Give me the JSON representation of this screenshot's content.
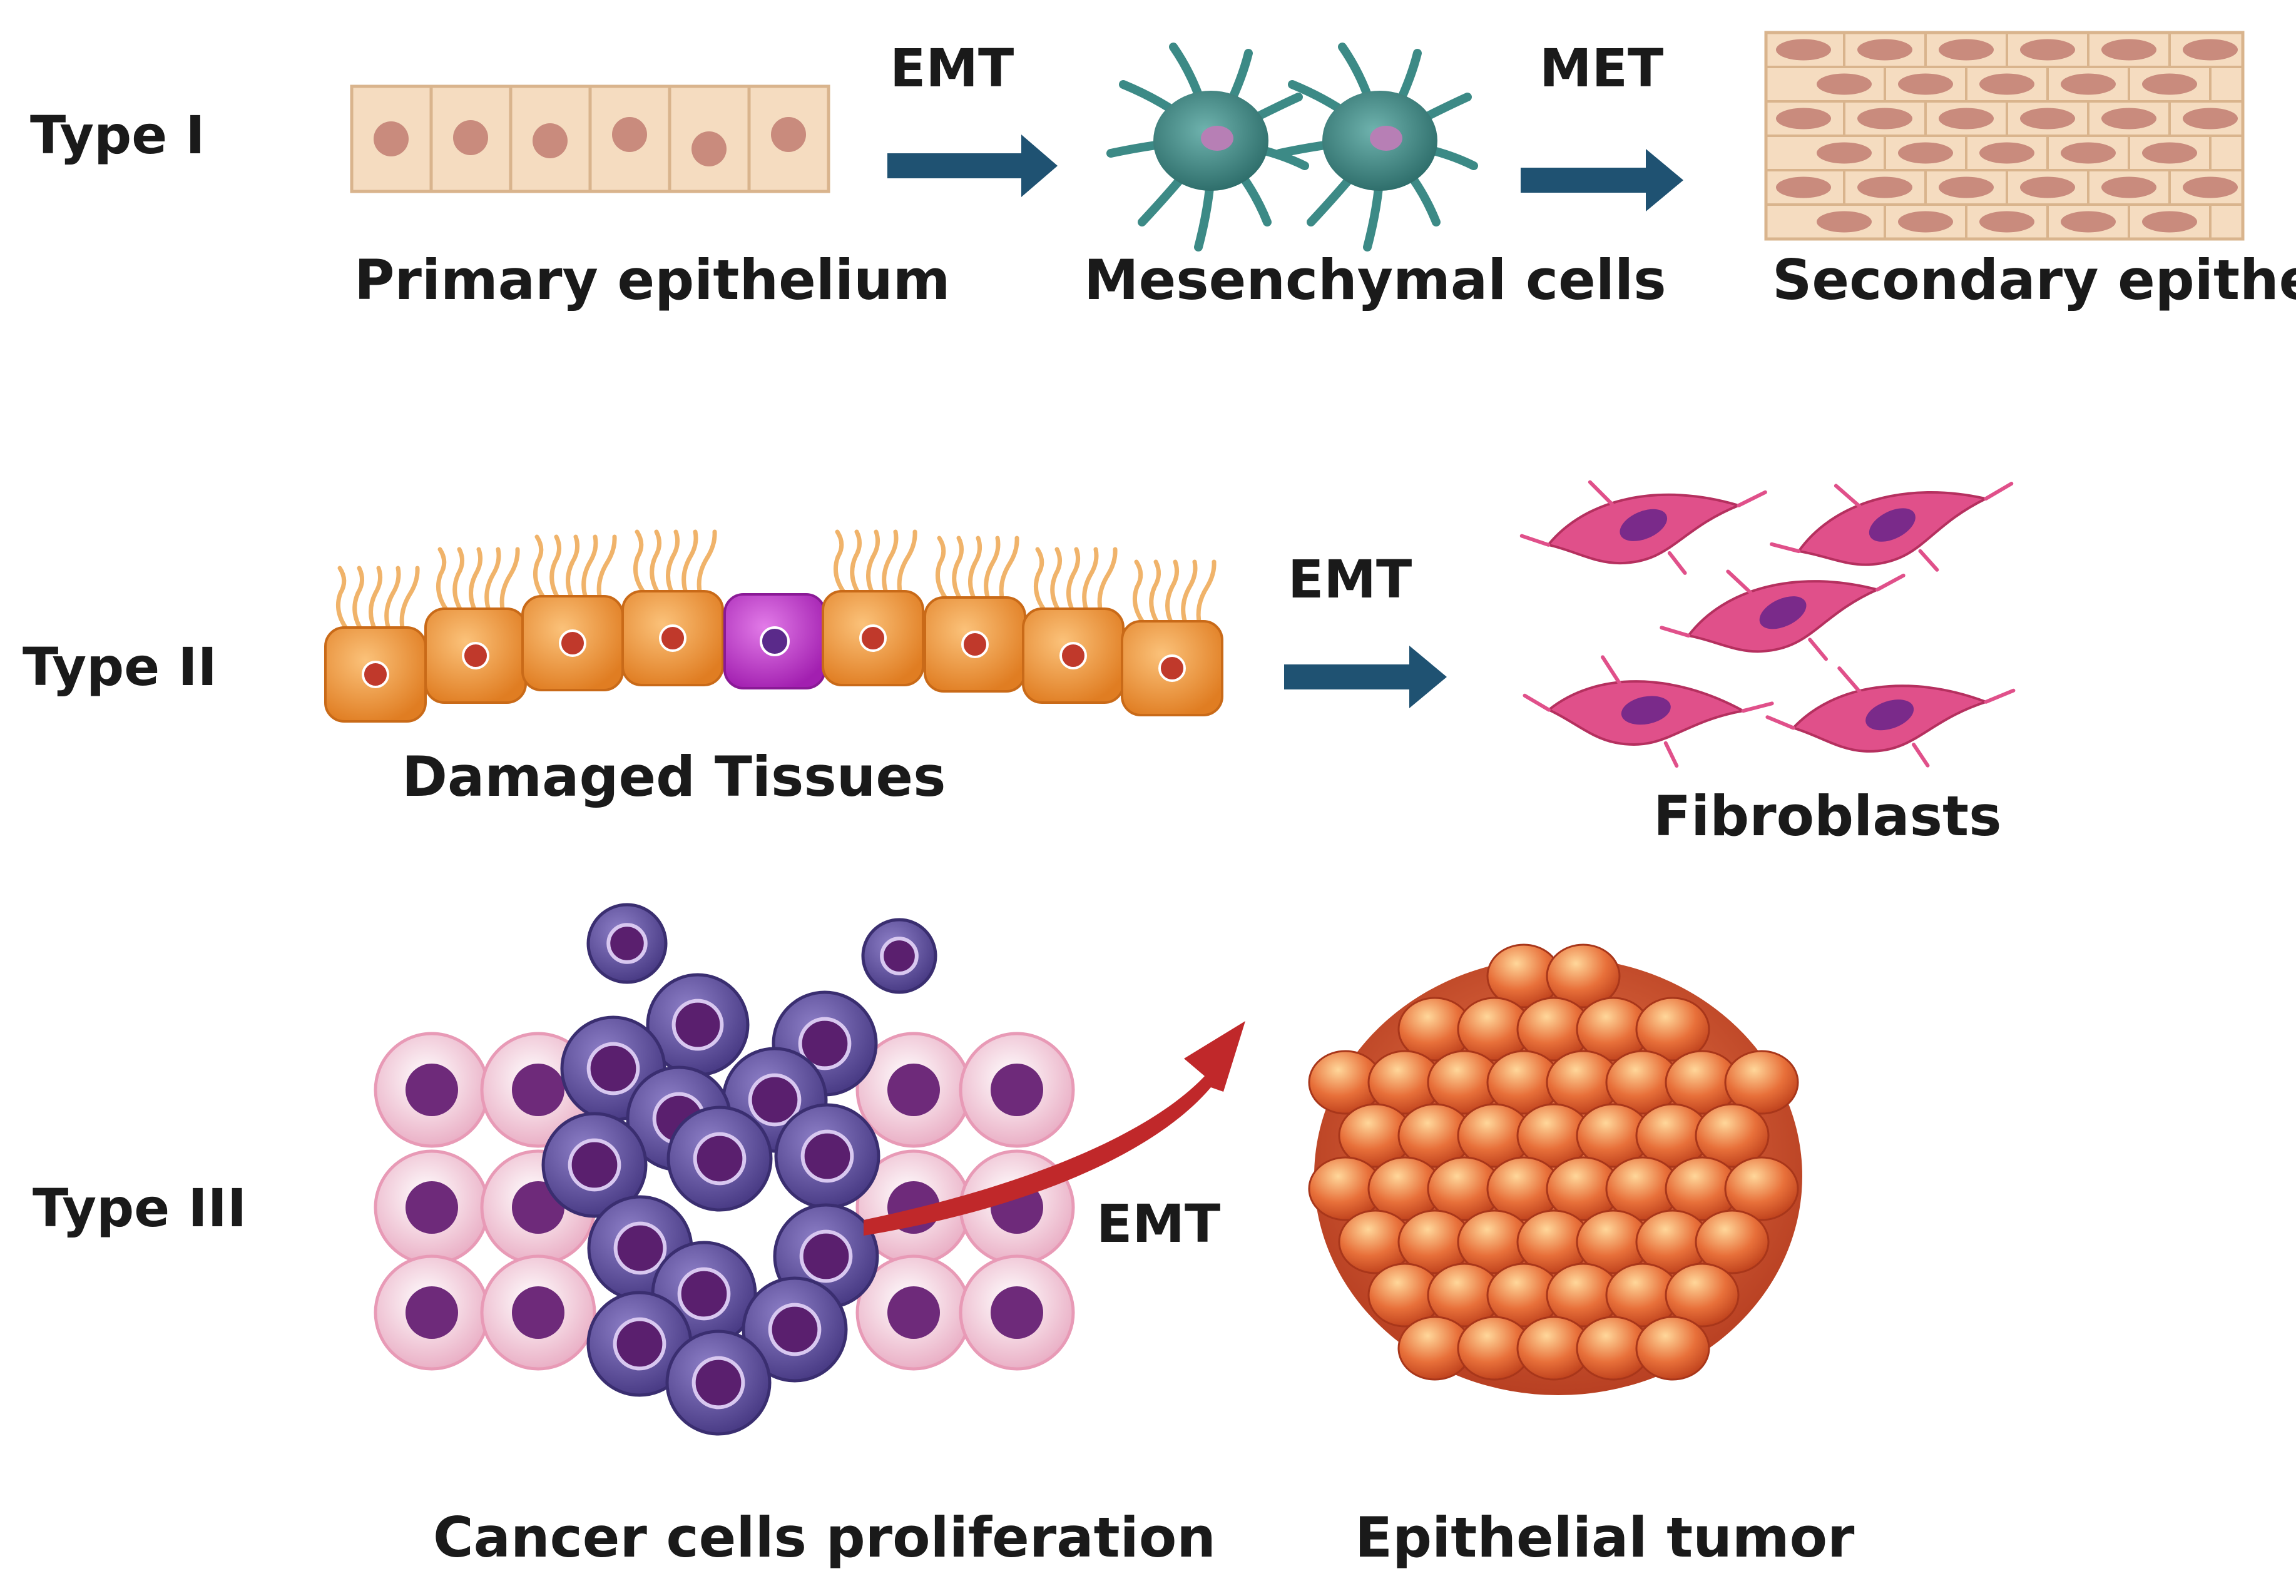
{
  "rows": {
    "type1": {
      "label": "Type I",
      "captions": {
        "primary": "Primary epithelium",
        "mesenchymal": "Mesenchymal cells",
        "secondary": "Secondary epithelia"
      },
      "arrows": {
        "emt": "EMT",
        "met": "MET"
      }
    },
    "type2": {
      "label": "Type II",
      "captions": {
        "damaged": "Damaged Tissues",
        "fibroblasts": "Fibroblasts"
      },
      "arrows": {
        "emt": "EMT"
      }
    },
    "type3": {
      "label": "Type III",
      "captions": {
        "cancer": "Cancer cells proliferation",
        "tumor": "Epithelial tumor"
      },
      "arrows": {
        "emt": "EMT"
      }
    }
  },
  "colors": {
    "arrow_blue": "#1f5272",
    "arrow_red": "#c0282a",
    "epithelium_fill": "#f5dcc0",
    "epithelium_nucleus": "#c98b7d",
    "mesenchymal": "#3c8a86",
    "tissue_orange": "#f0902e",
    "tissue_nucleus": "#c0392b",
    "damaged_cell": "#c033c9",
    "fibroblast": "#e0508a",
    "cancer_purple": "#6b5aa8",
    "normal_pink": "#f4c4d4",
    "nucleus_purple": "#6e2a7a",
    "tumor_orange": "#d9532a"
  },
  "icons": {
    "arrow": "right-arrow-icon",
    "curved_arrow": "curved-arrow-icon"
  }
}
